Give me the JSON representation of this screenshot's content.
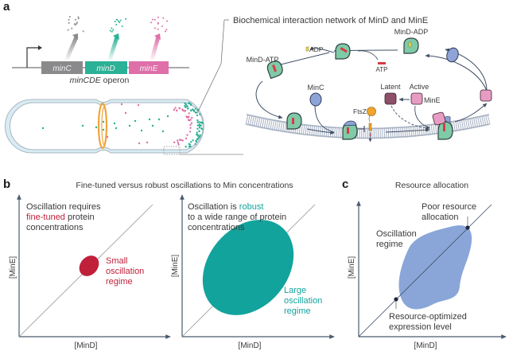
{
  "colors": {
    "minC": "#8a8a8c",
    "minD": "#2bb196",
    "minE": "#de6fa9",
    "minD_protein": "#7fcaa7",
    "minC_protein": "#8ea3d6",
    "minE_protein": "#e89cc3",
    "minE_latent": "#8e4f68",
    "ftsZ": "#f2a52a",
    "atp": "#d83b45",
    "adp": "#e9d65a",
    "ring": "#f0a53c",
    "fine_tuned": "#c0203a",
    "robust": "#12a39c",
    "resource": "#8aa6d8",
    "axis": "#4a5a70"
  },
  "panel_a": {
    "letter": "a",
    "operon": {
      "genes": [
        {
          "label": "minC",
          "color_key": "minC"
        },
        {
          "label": "minD",
          "color_key": "minD"
        },
        {
          "label": "minE",
          "color_key": "minE"
        }
      ],
      "caption_italic": "minCDE",
      "caption_rest": " operon"
    },
    "network": {
      "title": "Biochemical interaction network of MinD and MinE",
      "labels": {
        "mind_atp": "MinD-ATP",
        "mind_adp": "MinD-ADP",
        "adp": "ADP",
        "atp": "ATP",
        "minc": "MinC",
        "ftsz": "FtsZ",
        "latent": "Latent",
        "active": "Active",
        "mine": "MinE"
      }
    }
  },
  "panel_b": {
    "letter": "b",
    "title": "Fine-tuned versus robust oscillations to Min concentrations",
    "left": {
      "text_line1": "Oscillation requires",
      "text_highlight": "fine-tuned",
      "text_line2_rest": " protein",
      "text_line3": "concentrations",
      "regime_label": [
        "Small",
        "oscillation",
        "regime"
      ],
      "xlabel": "[MinD]",
      "ylabel": "[MinE]"
    },
    "right": {
      "text_prefix": "Oscillation is ",
      "text_highlight": "robust",
      "text_line2": "to a wide range of protein",
      "text_line3": "concentrations",
      "regime_label": [
        "Large",
        "oscillation",
        "regime"
      ],
      "xlabel": "[MinD]",
      "ylabel": "[MinE]"
    }
  },
  "panel_c": {
    "letter": "c",
    "title": "Resource allocation",
    "regime_label": [
      "Oscillation",
      "regime"
    ],
    "poor_label": [
      "Poor resource",
      "allocation"
    ],
    "optimized_label": [
      "Resource-optimized",
      "expression level"
    ],
    "xlabel": "[MinD]",
    "ylabel": "[MinE]"
  }
}
